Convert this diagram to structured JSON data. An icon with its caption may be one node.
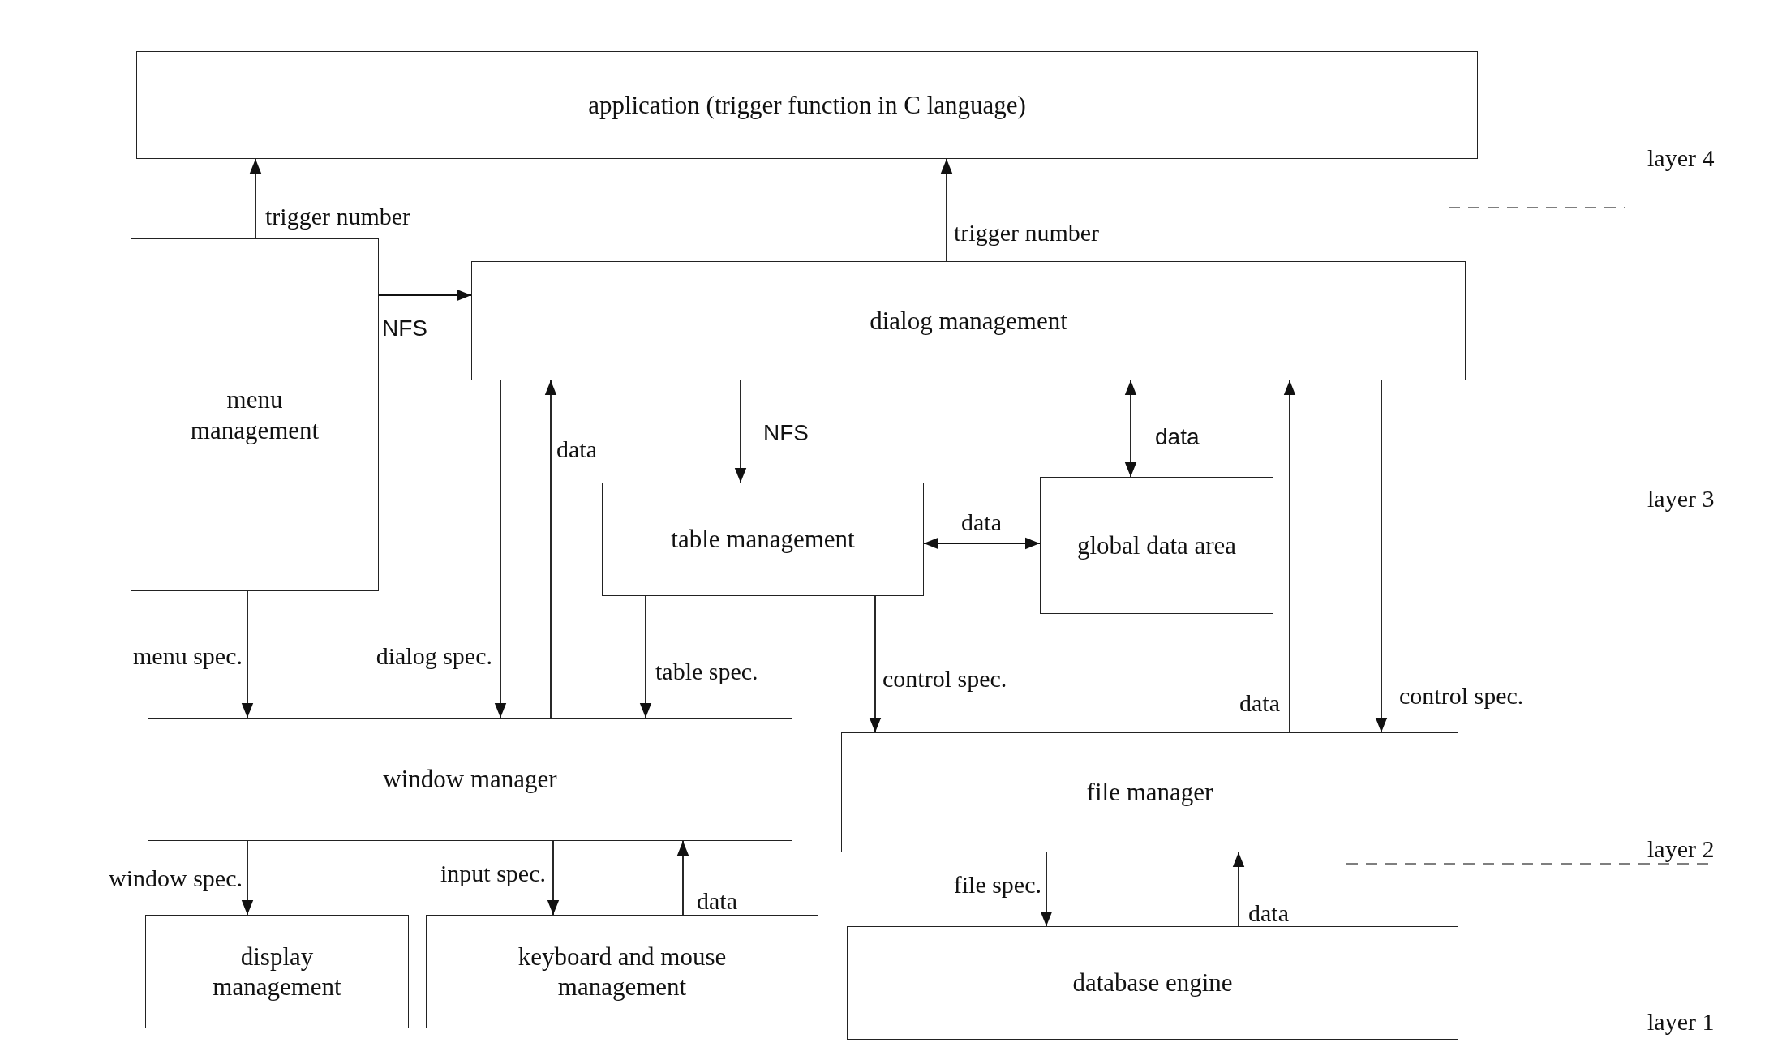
{
  "diagram": {
    "nodes": [
      {
        "text": [
          "application (trigger function in C language)"
        ]
      },
      {
        "text": [
          "menu management"
        ]
      },
      {
        "text": [
          "dialog management"
        ]
      },
      {
        "text": [
          "table management"
        ]
      },
      {
        "text": [
          "global data area"
        ]
      },
      {
        "text": [
          "window manager"
        ]
      },
      {
        "text": [
          "file manager"
        ]
      },
      {
        "text": [
          "display management"
        ]
      },
      {
        "text": [
          "keyboard and mouse management"
        ]
      },
      {
        "text": [
          "database engine"
        ]
      }
    ],
    "edges": [
      {
        "from": 1,
        "to": 0,
        "arrow": "to",
        "label": "trigger number"
      },
      {
        "from": 2,
        "to": 0,
        "arrow": "to",
        "label": "trigger number"
      },
      {
        "from": 1,
        "to": 2,
        "arrow": "to",
        "label": "NFS"
      },
      {
        "from": 2,
        "to": 3,
        "arrow": "to",
        "label": "NFS"
      },
      {
        "from": 2,
        "to": 4,
        "arrow": "both",
        "label": "data"
      },
      {
        "from": 3,
        "to": 4,
        "arrow": "both",
        "label": "data"
      },
      {
        "from": 5,
        "to": 2,
        "arrow": "to",
        "label": "data"
      },
      {
        "from": 1,
        "to": 5,
        "arrow": "to",
        "label": "menu spec."
      },
      {
        "from": 2,
        "to": 5,
        "arrow": "to",
        "label": "dialog spec."
      },
      {
        "from": 3,
        "to": 5,
        "arrow": "to",
        "label": "table spec."
      },
      {
        "from": 3,
        "to": 6,
        "arrow": "to",
        "label": "control spec."
      },
      {
        "from": 6,
        "to": 2,
        "arrow": "to",
        "label": "data"
      },
      {
        "from": 2,
        "to": 6,
        "arrow": "to",
        "label": "control spec."
      },
      {
        "from": 5,
        "to": 7,
        "arrow": "to",
        "label": "window spec."
      },
      {
        "from": 5,
        "to": 8,
        "arrow": "to",
        "label": "input spec."
      },
      {
        "from": 8,
        "to": 5,
        "arrow": "to",
        "label": "data"
      },
      {
        "from": 6,
        "to": 9,
        "arrow": "to",
        "label": "file spec."
      },
      {
        "from": 9,
        "to": 6,
        "arrow": "to",
        "label": "data"
      }
    ],
    "labels": [
      "layer 4",
      "layer 3",
      "layer 2",
      "layer 1"
    ]
  }
}
